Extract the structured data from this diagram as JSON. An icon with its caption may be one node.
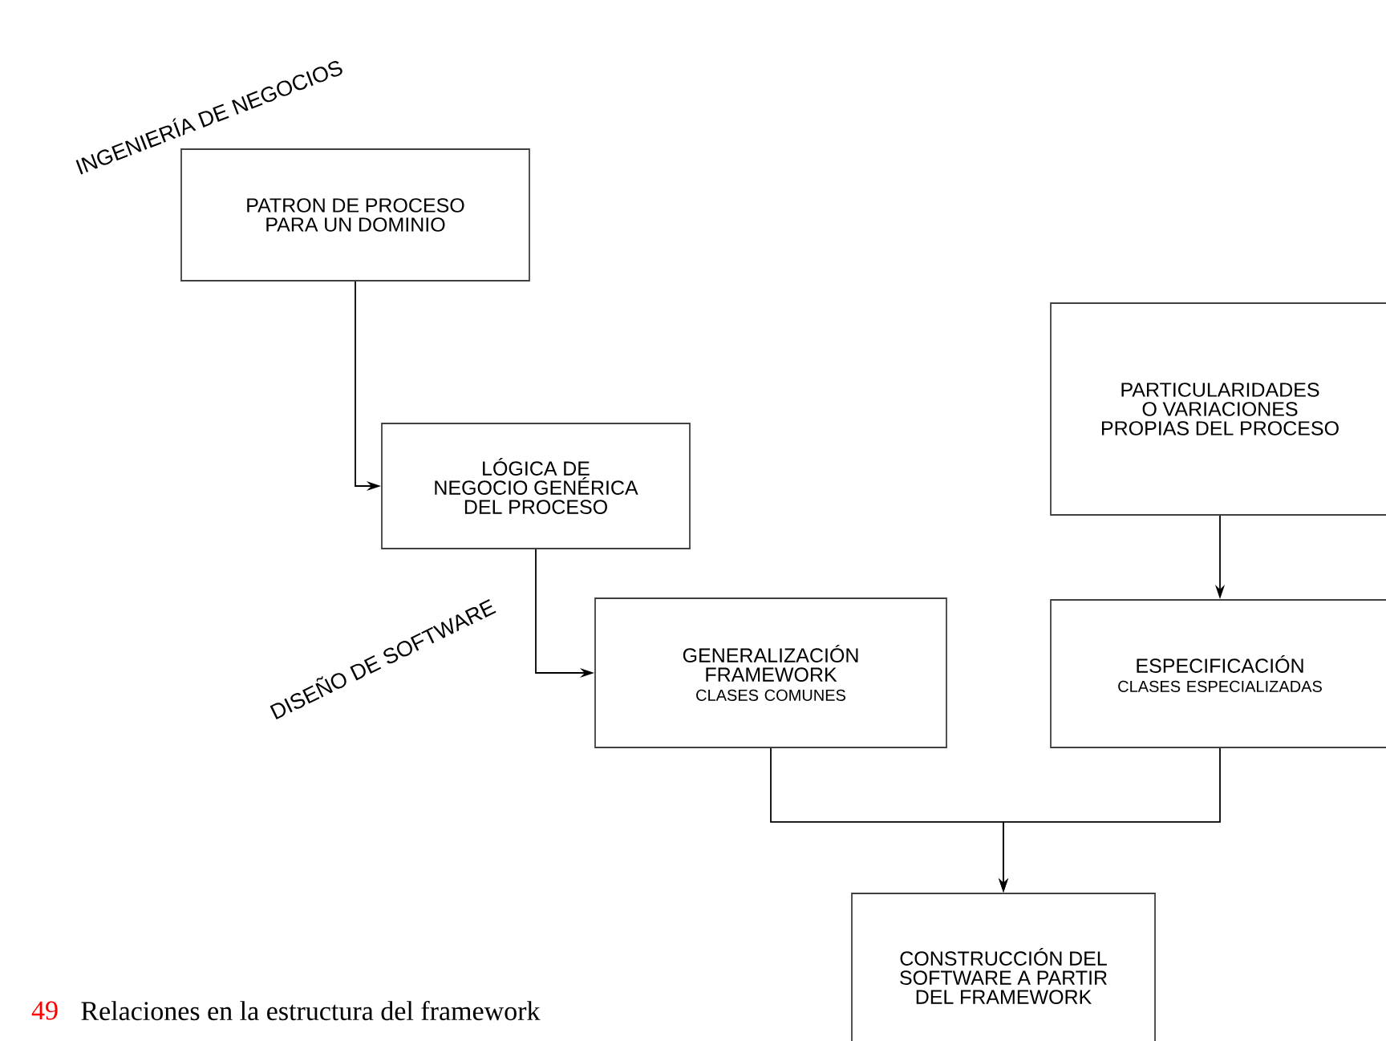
{
  "diagram": {
    "caption": "Relaciones en la estructura del framework",
    "nodes": [
      {
        "text": [
          "PATRON DE PROCESO PARA UN DOMINIO"
        ]
      },
      {
        "text": [
          "LÓGICA DE NEGOCIO GENÉRICA DEL PROCESO"
        ]
      },
      {
        "text": [
          "GENERALIZACIÓN FRAMEWORK",
          "CLASES COMUNES"
        ]
      },
      {
        "text": [
          "PARTICULARIDADES O VARIACIONES PROPIAS DEL PROCESO"
        ]
      },
      {
        "text": [
          "ESPECIFICACIÓN",
          "CLASES ESPECIALIZADAS"
        ]
      },
      {
        "text": [
          "CONSTRUCCIÓN DEL SOFTWARE A PARTIR DEL FRAMEWORK"
        ]
      }
    ],
    "edges": [
      {
        "from": 0,
        "to": 1,
        "arrow": "to"
      },
      {
        "from": 1,
        "to": 2,
        "arrow": "to"
      },
      {
        "from": 3,
        "to": 4,
        "arrow": "to"
      },
      {
        "from": 2,
        "to": 5,
        "arrow": "to"
      },
      {
        "from": 4,
        "to": 5,
        "arrow": "to"
      }
    ],
    "labels": [
      "INGENIERÍA DE NEGOCIOS",
      "DISEÑO DE SOFTWARE",
      "49"
    ]
  }
}
